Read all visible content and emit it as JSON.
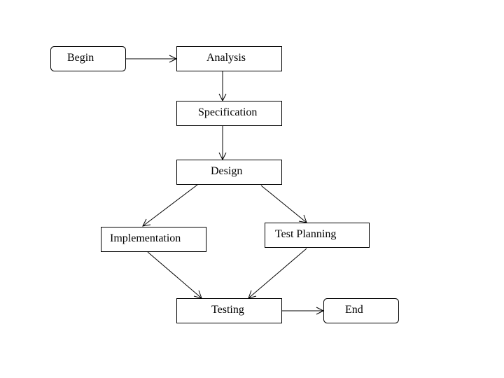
{
  "nodes": {
    "begin": "Begin",
    "analysis": "Analysis",
    "specification": "Specification",
    "design": "Design",
    "implementation": "Implementation",
    "test_planning": "Test Planning",
    "testing": "Testing",
    "end": "End"
  },
  "edges": [
    {
      "from": "Begin",
      "to": "Analysis"
    },
    {
      "from": "Analysis",
      "to": "Specification"
    },
    {
      "from": "Specification",
      "to": "Design"
    },
    {
      "from": "Design",
      "to": "Implementation"
    },
    {
      "from": "Design",
      "to": "Test Planning"
    },
    {
      "from": "Implementation",
      "to": "Testing"
    },
    {
      "from": "Test Planning",
      "to": "Testing"
    },
    {
      "from": "Testing",
      "to": "End"
    }
  ]
}
